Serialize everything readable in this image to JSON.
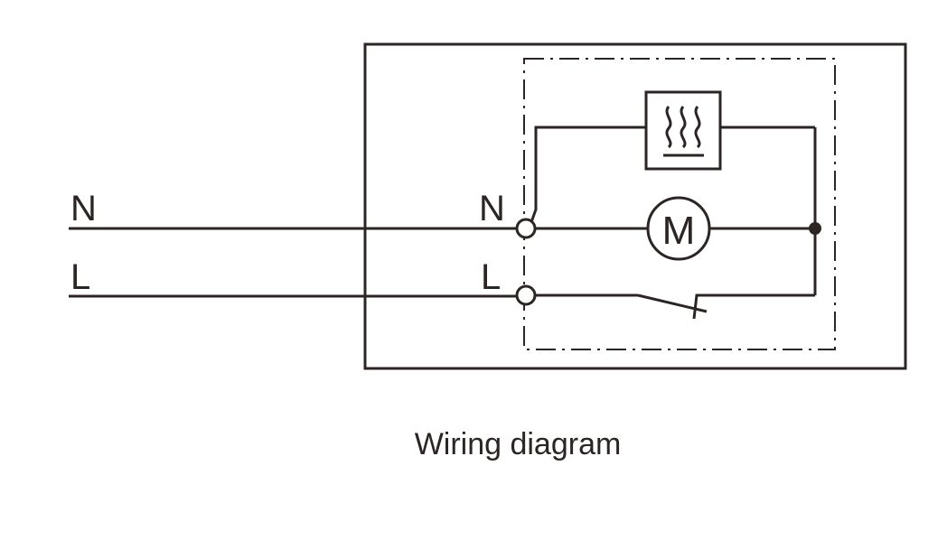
{
  "labels": {
    "neutral_line": "N",
    "live_line": "L",
    "neutral_terminal": "N",
    "live_terminal": "L",
    "motor": "M"
  },
  "caption": "Wiring diagram",
  "icons": {
    "heater": "heating-element-icon",
    "motor": "motor-icon",
    "switch": "switch-icon"
  },
  "colors": {
    "line": "#2b2523",
    "background": "#ffffff"
  }
}
